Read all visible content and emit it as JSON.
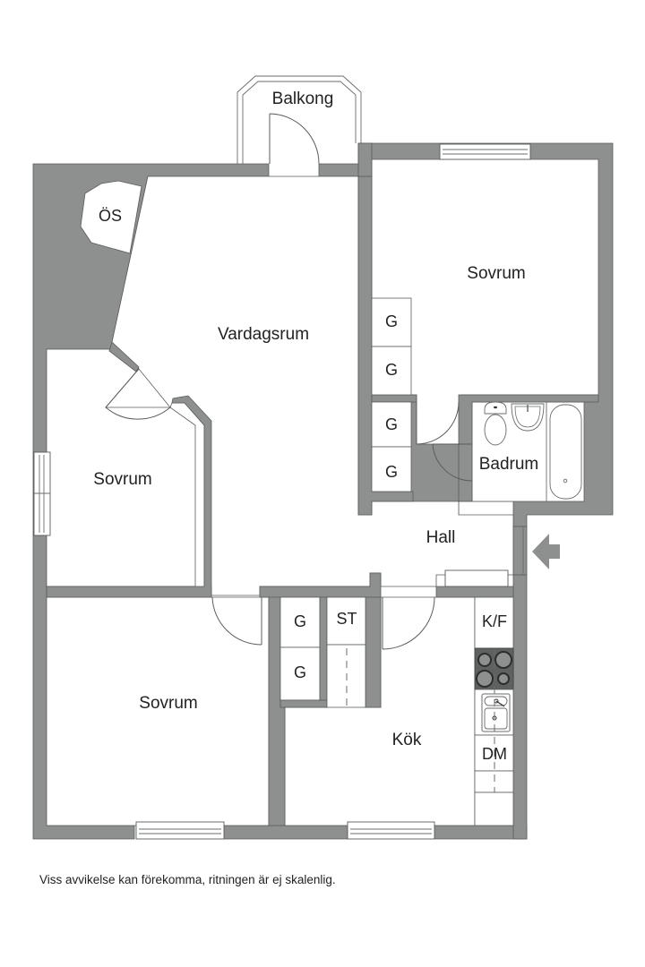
{
  "floor_plan": {
    "colors": {
      "wall": "#8e9090",
      "wall_outline": "#5a5c5c",
      "floor": "#ffffff",
      "text": "#222222",
      "stove": "#5f6161",
      "entrance_arrow": "#8e9090"
    },
    "rooms": {
      "balkong": "Balkong",
      "os": "ÖS",
      "vardagsrum": "Vardagsrum",
      "sovrum_top_right": "Sovrum",
      "sovrum_left": "Sovrum",
      "sovrum_bottom_left": "Sovrum",
      "badrum": "Badrum",
      "hall": "Hall",
      "kok": "Kök"
    },
    "closets": {
      "g1": "G",
      "g2": "G",
      "g3": "G",
      "g4": "G",
      "g5": "G",
      "g6": "G",
      "st": "ST"
    },
    "kitchen_fixtures": {
      "kf": "K/F",
      "dm": "DM",
      "stove": "stove-icon",
      "sink": "sink-icon"
    },
    "bathroom_fixtures": [
      "toilet-icon",
      "washbasin-icon",
      "bathtub-icon"
    ],
    "entrance": "entrance-arrow-icon"
  },
  "footer": {
    "disclaimer": "Viss avvikelse kan förekomma, ritningen är ej skalenlig."
  }
}
